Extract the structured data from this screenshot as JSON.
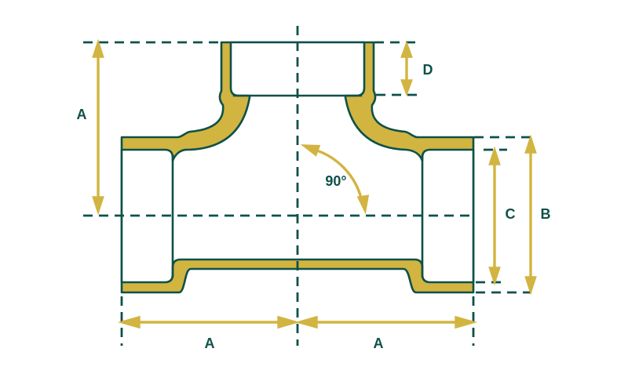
{
  "diagram": {
    "angle_label": "90°",
    "dimensions": {
      "a_left": "A",
      "d_top": "D",
      "c_inner": "C",
      "b_outer": "B",
      "a_bottom_left": "A",
      "a_bottom_right": "A"
    },
    "colors": {
      "brass": "#d2b441",
      "line": "#0d5149",
      "background": "#ffffff"
    }
  }
}
